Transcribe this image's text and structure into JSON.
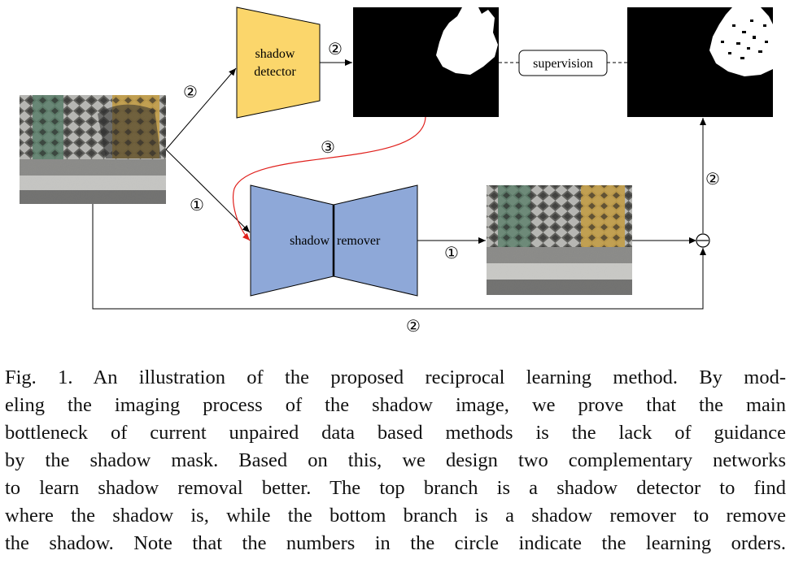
{
  "diagram": {
    "shadow_detector_label_line1": "shadow",
    "shadow_detector_label_line2": "detector",
    "shadow_remover_label_left": "shadow",
    "shadow_remover_label_right": "remover",
    "supervision_label": "supervision",
    "step_labels": {
      "input_to_detector": "②",
      "detector_to_mask": "②",
      "mask_to_remover": "③",
      "input_to_remover": "①",
      "remover_to_output": "①",
      "subtract_to_target": "②",
      "bottom_skip": "②"
    },
    "subtract_symbol": "⊖",
    "colors": {
      "detector_fill": "#fbd66b",
      "remover_fill": "#8ea8d8",
      "red_arrow": "#e0201c",
      "line": "#000000"
    }
  },
  "caption": {
    "lines": [
      "Fig. 1.   An illustration of the proposed reciprocal learning method. By mod-",
      "eling the imaging process of the shadow image, we prove that the main",
      "bottleneck of current unpaired data based methods is the lack of guidance",
      "by the shadow mask. Based on this, we design two complementary networks",
      "to learn shadow removal better. The top branch is a shadow detector to find",
      "where the shadow is, while the bottom branch is a shadow remover to remove",
      "the shadow. Note that the numbers in the circle indicate the learning orders."
    ]
  }
}
